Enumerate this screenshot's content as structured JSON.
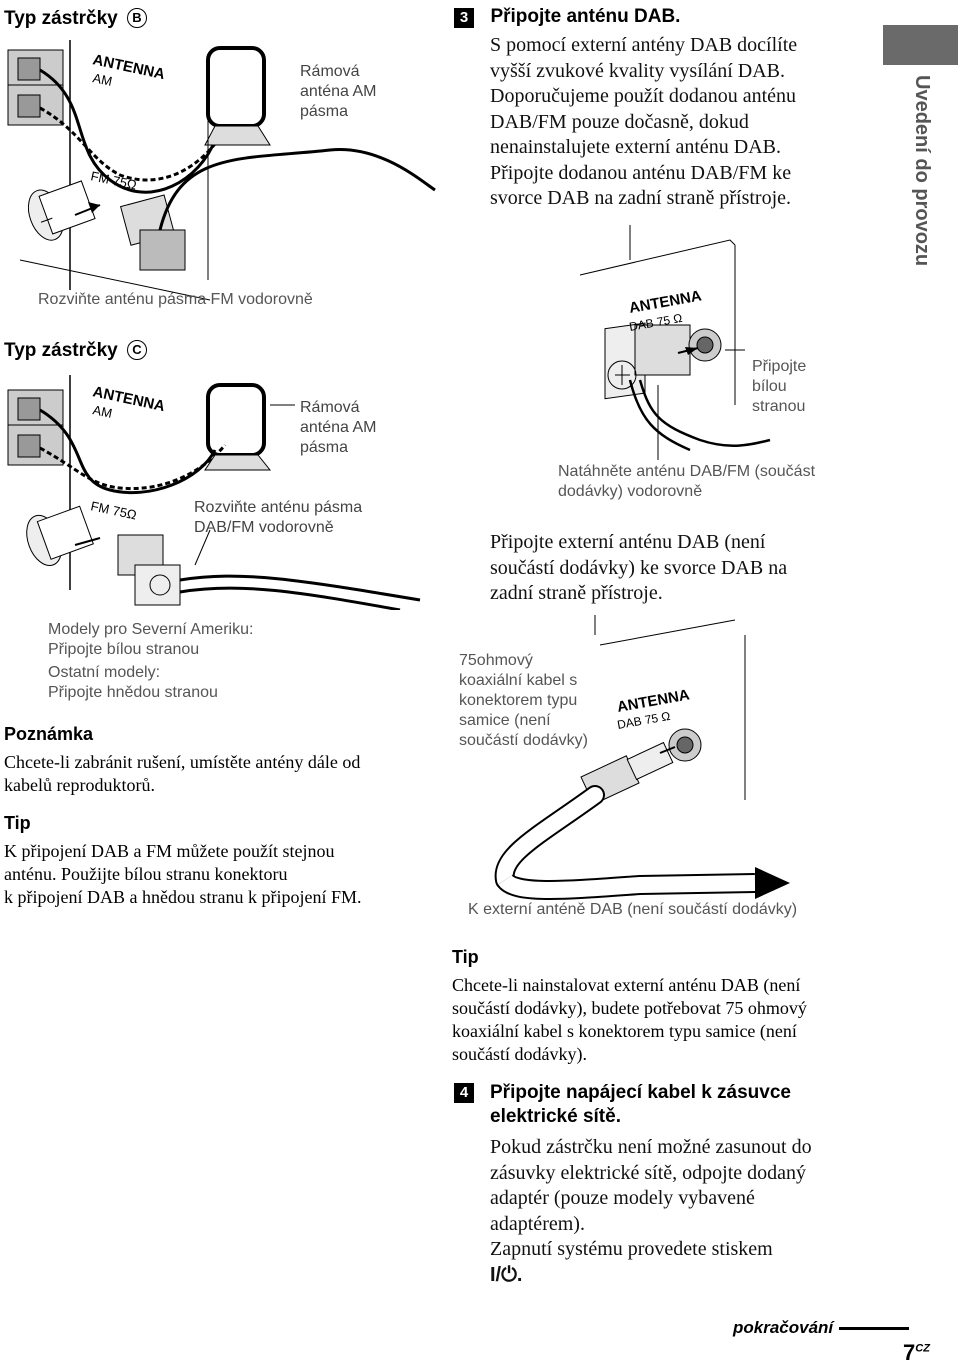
{
  "left": {
    "plug_b": {
      "title": "Typ zástrčky",
      "letter": "B"
    },
    "fig1": {
      "antenna_label": "ANTENNA",
      "am_label": "AM",
      "fm_label": "FM 75Ω",
      "loop_label_lines": [
        "Rámová",
        "anténa AM",
        "pásma"
      ],
      "caption": "Rozviňte anténu pásma FM vodorovně"
    },
    "plug_c": {
      "title": "Typ zástrčky",
      "letter": "C"
    },
    "fig2": {
      "antenna_label": "ANTENNA",
      "am_label": "AM",
      "fm_label": "FM 75Ω",
      "loop_label_lines": [
        "Rámová",
        "anténa AM",
        "pásma"
      ],
      "extend_label_lines": [
        "Rozviňte anténu pásma",
        "DAB/FM vodorovně"
      ],
      "models_lines": [
        "Modely pro Severní Ameriku:",
        "Připojte bílou stranou"
      ],
      "other_lines": [
        "Ostatní modely:",
        "Připojte hnědou stranou"
      ]
    },
    "note": {
      "title": "Poznámka",
      "lines": [
        "Chcete-li zabránit rušení, umístěte antény dále od",
        "kabelů reproduktorů."
      ]
    },
    "tip": {
      "title": "Tip",
      "lines": [
        "K připojení DAB a FM můžete použít stejnou",
        "anténu. Použijte bílou stranu konektoru",
        "k připojení DAB a hnědou stranu k připojení FM."
      ]
    }
  },
  "right": {
    "step3": {
      "number": "3",
      "title": "Připojte anténu DAB.",
      "lines": [
        "S pomocí externí antény DAB docílíte",
        "vyšší zvukové kvality vysílání DAB.",
        "Doporučujeme použít dodanou anténu",
        "DAB/FM pouze dočasně, dokud",
        "nenainstalujete externí anténu DAB.",
        "Připojte dodanou anténu DAB/FM ke",
        "svorce DAB na zadní straně přístroje."
      ]
    },
    "fig3": {
      "antenna_label": "ANTENNA",
      "dab_label": "DAB 75 Ω",
      "white_side_lines": [
        "Připojte",
        "bílou",
        "stranou"
      ],
      "caption_lines": [
        "Natáhněte anténu DAB/FM (součást",
        "dodávky) vodorovně"
      ]
    },
    "external_lines": [
      "Připojte externí anténu DAB (není",
      "součástí dodávky) ke svorce DAB na",
      "zadní straně přístroje."
    ],
    "fig4": {
      "antenna_label": "ANTENNA",
      "dab_label": "DAB 75 Ω",
      "cable_label_lines": [
        "75ohmový",
        "koaxiální kabel s",
        "konektorem typu",
        "samice (není",
        "součástí dodávky)"
      ],
      "caption": "K externí anténě DAB (není součástí dodávky)"
    },
    "tip": {
      "title": "Tip",
      "lines": [
        "Chcete-li nainstalovat externí anténu DAB (není",
        "součástí dodávky), budete potřebovat 75 ohmový",
        "koaxiální kabel s konektorem typu samice (není",
        "součástí dodávky)."
      ]
    },
    "step4": {
      "number": "4",
      "title_lines": [
        "Připojte napájecí kabel k zásuvce",
        "elektrické sítě."
      ],
      "lines": [
        "Pokud zástrčku není možné zasunout do",
        "zásuvky elektrické sítě, odpojte dodaný",
        "adaptér (pouze modely vybavené",
        "adaptérem).",
        "Zapnutí systému provedete stiskem"
      ],
      "power_symbol": "I/⏻."
    }
  },
  "side_tab": {
    "text": "Uvedení do provozu"
  },
  "footer": {
    "continue": "pokračování",
    "page": "7",
    "page_suffix": "CZ"
  }
}
